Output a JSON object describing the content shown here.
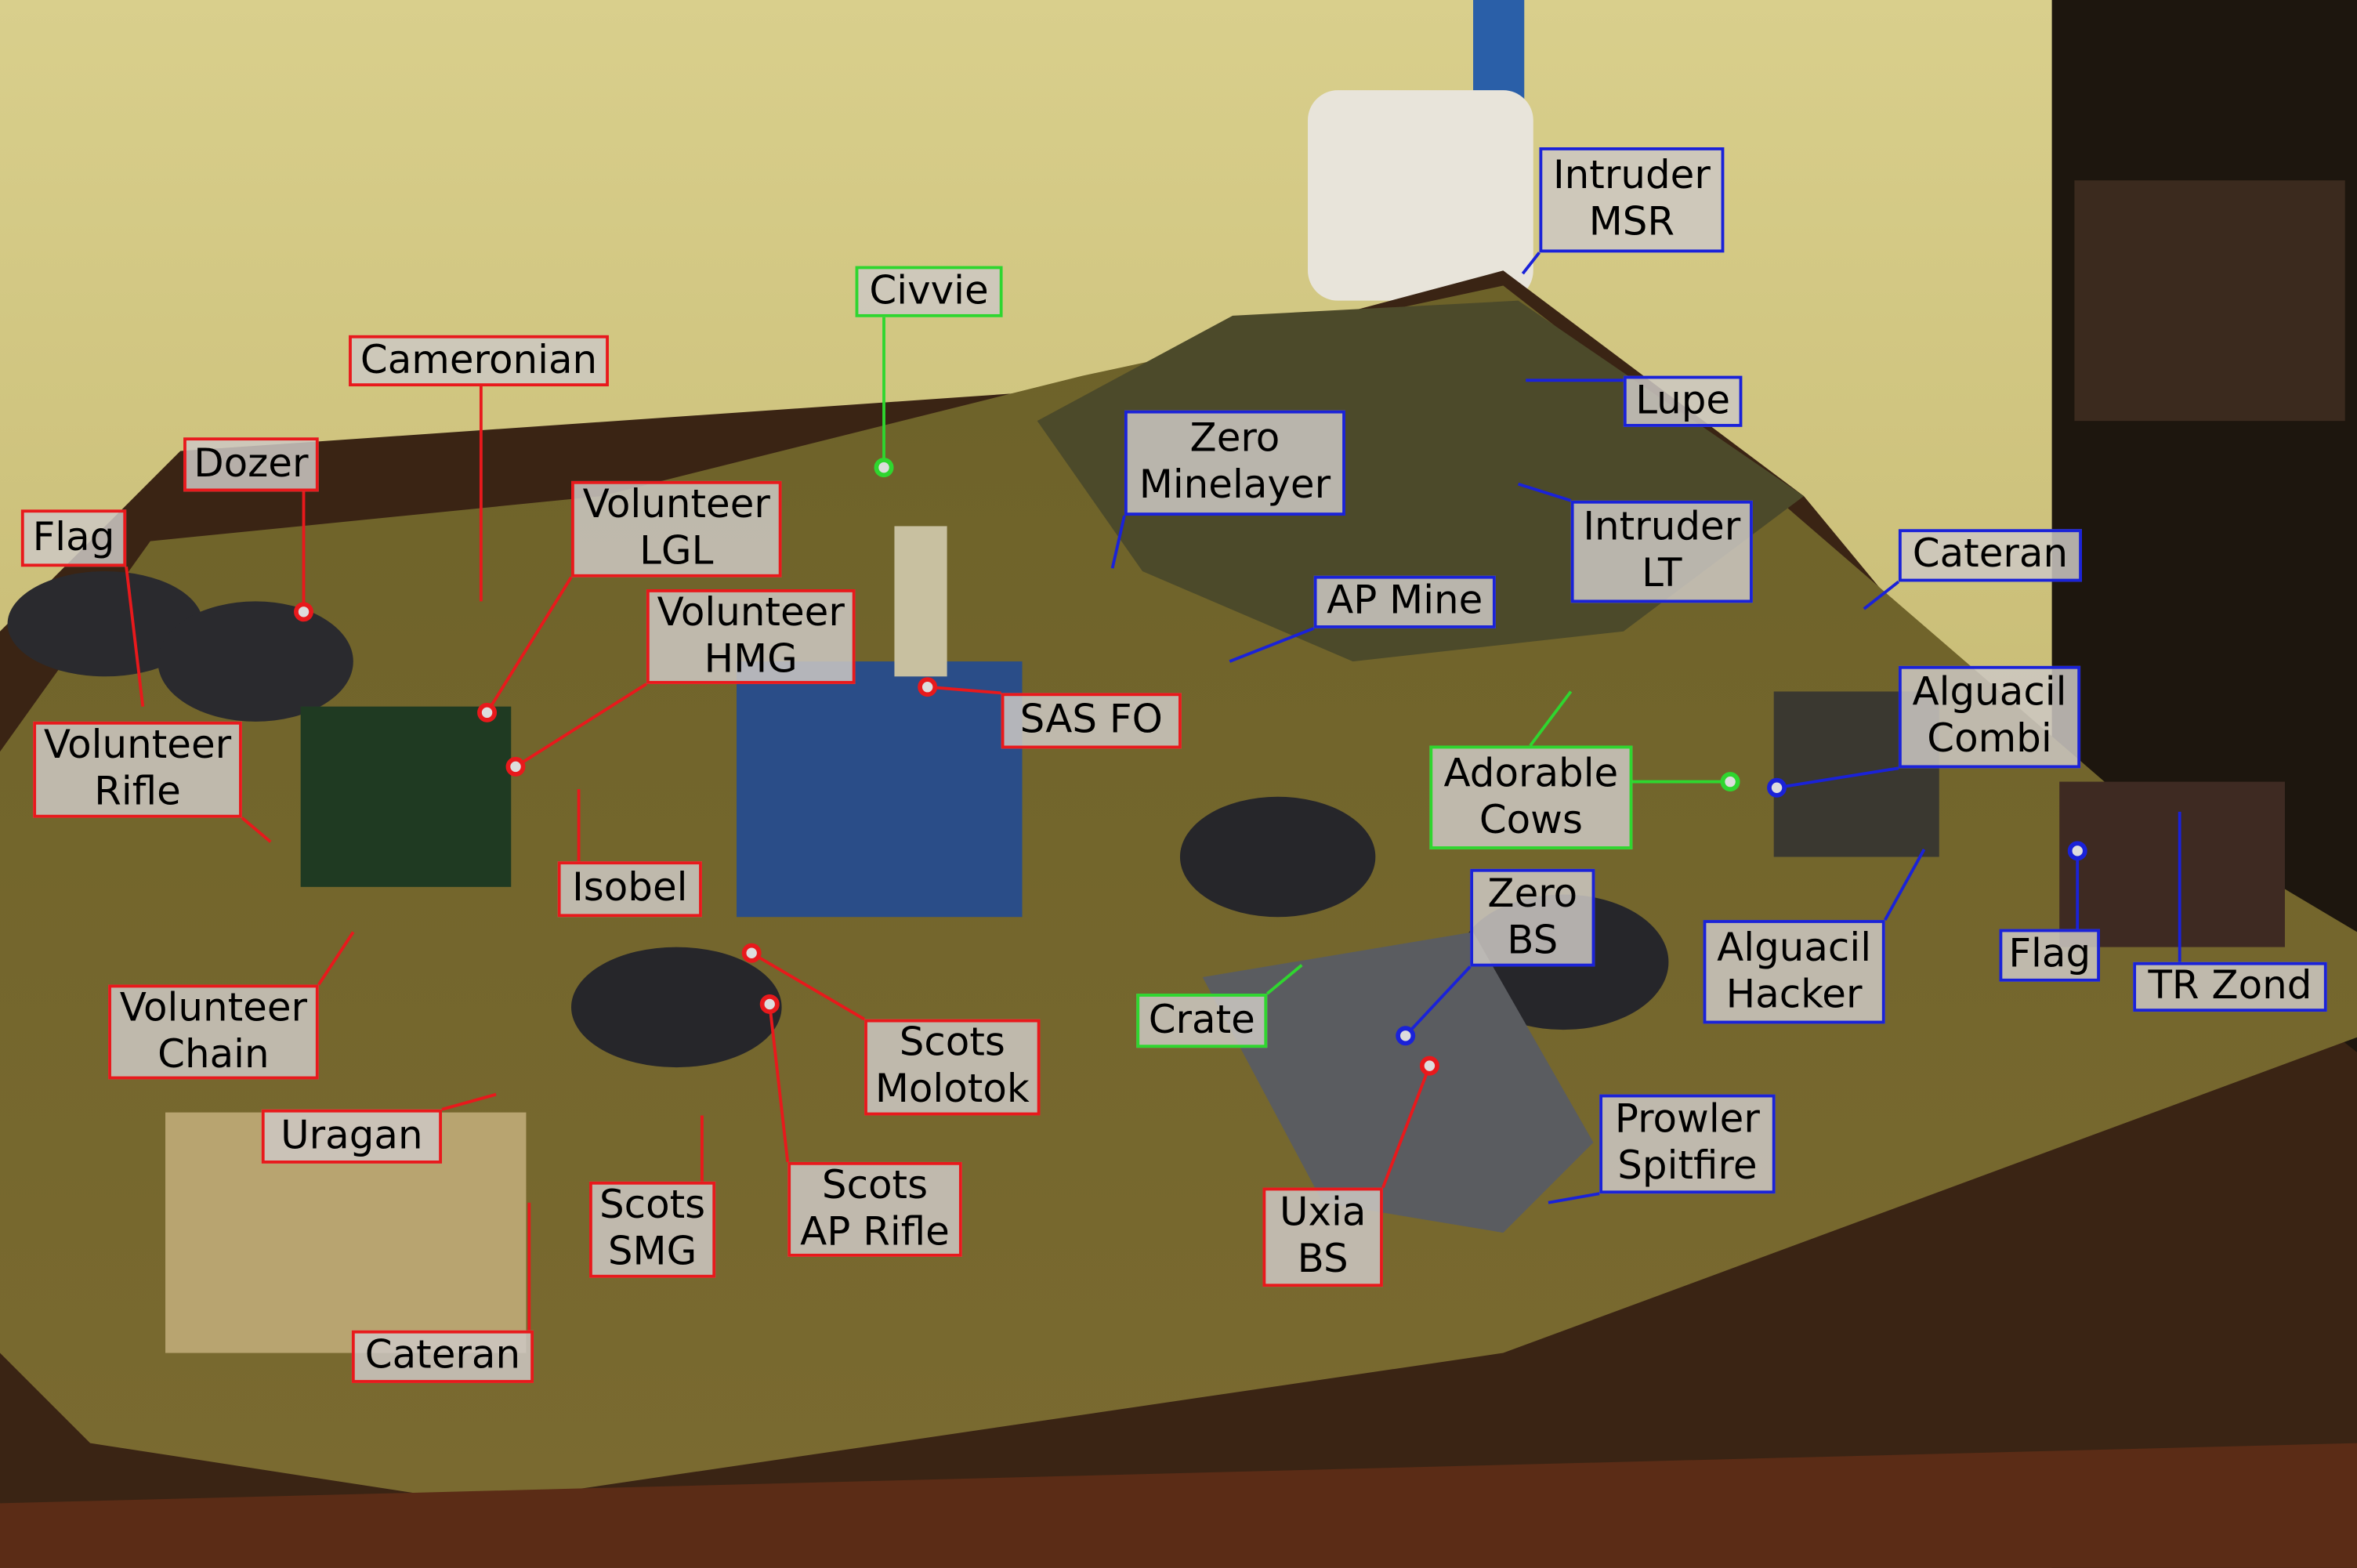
{
  "colors": {
    "red": "#e8191c",
    "blue": "#1a22d8",
    "green": "#2fd62f"
  },
  "labels": [
    {
      "text": "Intruder\nMSR",
      "color": "blue"
    },
    {
      "text": "Civvie",
      "color": "green"
    },
    {
      "text": "Cameronian",
      "color": "red"
    },
    {
      "text": "Dozer",
      "color": "red"
    },
    {
      "text": "Flag",
      "color": "red"
    },
    {
      "text": "Volunteer\nLGL",
      "color": "red"
    },
    {
      "text": "Volunteer\nHMG",
      "color": "red"
    },
    {
      "text": "Volunteer\nRifle",
      "color": "red"
    },
    {
      "text": "Isobel",
      "color": "red"
    },
    {
      "text": "SAS FO",
      "color": "red"
    },
    {
      "text": "Zero\nMinelayer",
      "color": "blue"
    },
    {
      "text": "Lupe",
      "color": "blue"
    },
    {
      "text": "Intruder\nLT",
      "color": "blue"
    },
    {
      "text": "AP Mine",
      "color": "blue"
    },
    {
      "text": "Cateran",
      "color": "blue"
    },
    {
      "text": "Alguacil\nCombi",
      "color": "blue"
    },
    {
      "text": "Adorable\nCows",
      "color": "green"
    },
    {
      "text": "Zero\nBS",
      "color": "blue"
    },
    {
      "text": "Alguacil\nHacker",
      "color": "blue"
    },
    {
      "text": "Flag",
      "color": "blue"
    },
    {
      "text": "TR Zond",
      "color": "blue"
    },
    {
      "text": "Crate",
      "color": "green"
    },
    {
      "text": "Prowler\nSpitfire",
      "color": "blue"
    },
    {
      "text": "Uxia\nBS",
      "color": "red"
    },
    {
      "text": "Scots\nMolotok",
      "color": "red"
    },
    {
      "text": "Scots\nAP Rifle",
      "color": "red"
    },
    {
      "text": "Scots\nSMG",
      "color": "red"
    },
    {
      "text": "Volunteer\nChain",
      "color": "red"
    },
    {
      "text": "Uragan",
      "color": "red"
    },
    {
      "text": "Cateran",
      "color": "red"
    }
  ]
}
